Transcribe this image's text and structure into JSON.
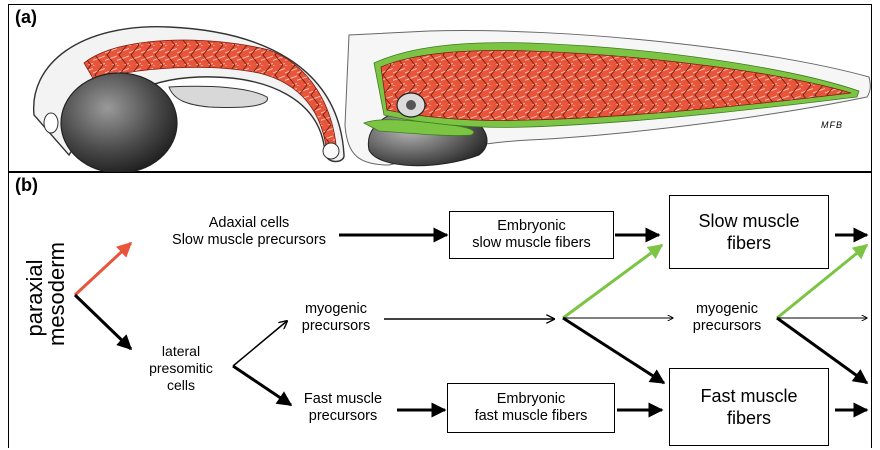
{
  "panel_a": {
    "label": "(a)",
    "signature": "MFB",
    "colors": {
      "fast_muscle": "#e8553a",
      "slow_muscle": "#5fbf3a",
      "yolk": "#4a4a4a"
    }
  },
  "panel_b": {
    "label": "(b)",
    "paraxial": [
      "paraxial",
      "mesoderm"
    ],
    "adaxial": [
      "Adaxial cells",
      "Slow muscle precursors"
    ],
    "lateral": [
      "lateral",
      "presomitic",
      "cells"
    ],
    "myogenic_1": [
      "myogenic",
      "precursors"
    ],
    "fast_precursors": [
      "Fast muscle",
      "precursors"
    ],
    "embryonic_slow": [
      "Embryonic",
      "slow muscle fibers"
    ],
    "embryonic_fast": [
      "Embryonic",
      "fast muscle fibers"
    ],
    "slow_fibers": [
      "Slow muscle",
      "fibers"
    ],
    "myogenic_2": [
      "myogenic",
      "precursors"
    ],
    "fast_fibers": [
      "Fast muscle",
      "fibers"
    ],
    "colors": {
      "orange_arrow": "#e8553a",
      "green_arrow": "#7cc444",
      "black_arrow": "#000000"
    }
  }
}
